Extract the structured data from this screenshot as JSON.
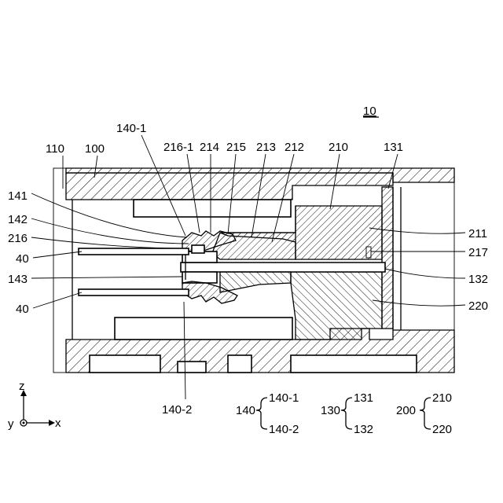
{
  "figure": {
    "number": "10",
    "labels": {
      "l140_1": "140-1",
      "l110": "110",
      "l100": "100",
      "l216_1": "216-1",
      "l214": "214",
      "l215": "215",
      "l213": "213",
      "l212": "212",
      "l210": "210",
      "l131": "131",
      "l141": "141",
      "l142": "142",
      "l216": "216",
      "l40a": "40",
      "l143": "143",
      "l40b": "40",
      "l211": "211",
      "l217": "217",
      "l132": "132",
      "l220": "220",
      "l140_2": "140-2"
    },
    "axes": {
      "z": "z",
      "y": "y",
      "x": "x"
    },
    "groups": [
      {
        "parent": "140",
        "children": [
          "140-1",
          "140-2"
        ]
      },
      {
        "parent": "130",
        "children": [
          "131",
          "132"
        ]
      },
      {
        "parent": "200",
        "children": [
          "210",
          "220"
        ]
      }
    ]
  }
}
